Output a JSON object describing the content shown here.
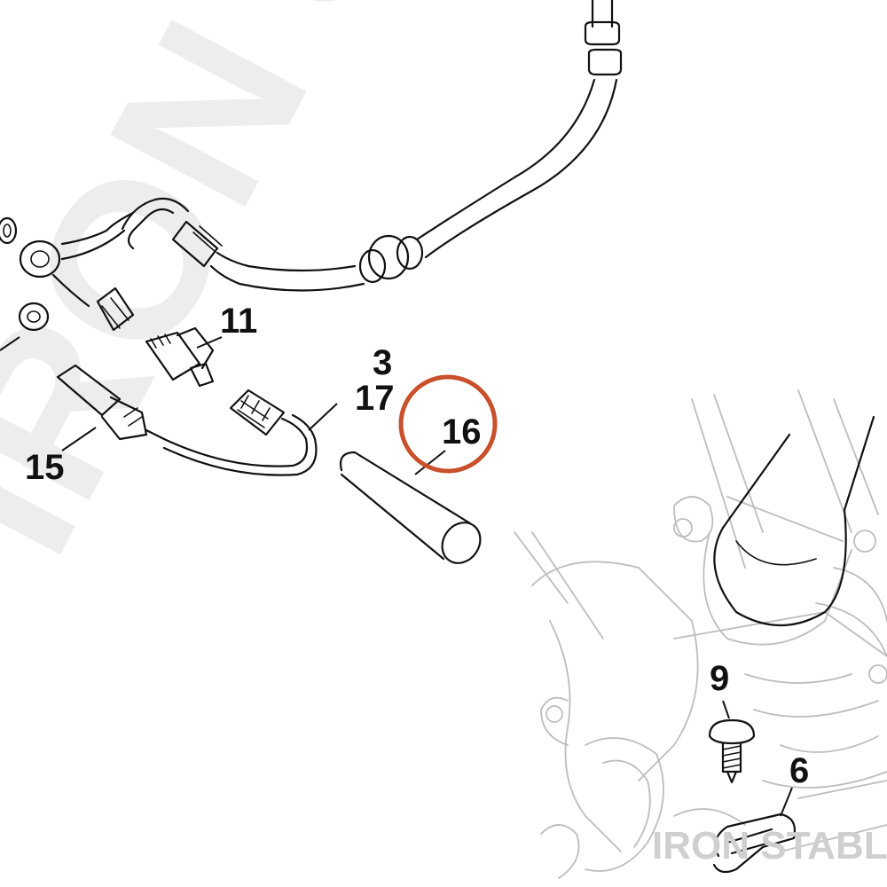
{
  "watermark": {
    "large_text": "IRON STABLE",
    "small_text": "IRON STABLE"
  },
  "highlight": {
    "color": "#c8502a",
    "label": "16"
  },
  "part_labels": [
    {
      "id": "label-11",
      "text": "11"
    },
    {
      "id": "label-3",
      "text": "3"
    },
    {
      "id": "label-17",
      "text": "17"
    },
    {
      "id": "label-16",
      "text": "16"
    },
    {
      "id": "label-15",
      "text": "15"
    },
    {
      "id": "label-9",
      "text": "9"
    },
    {
      "id": "label-6",
      "text": "6"
    }
  ],
  "colors": {
    "ink": "#111111",
    "ghost_frame": "#bdbdbd",
    "watermark": "#ededed"
  }
}
